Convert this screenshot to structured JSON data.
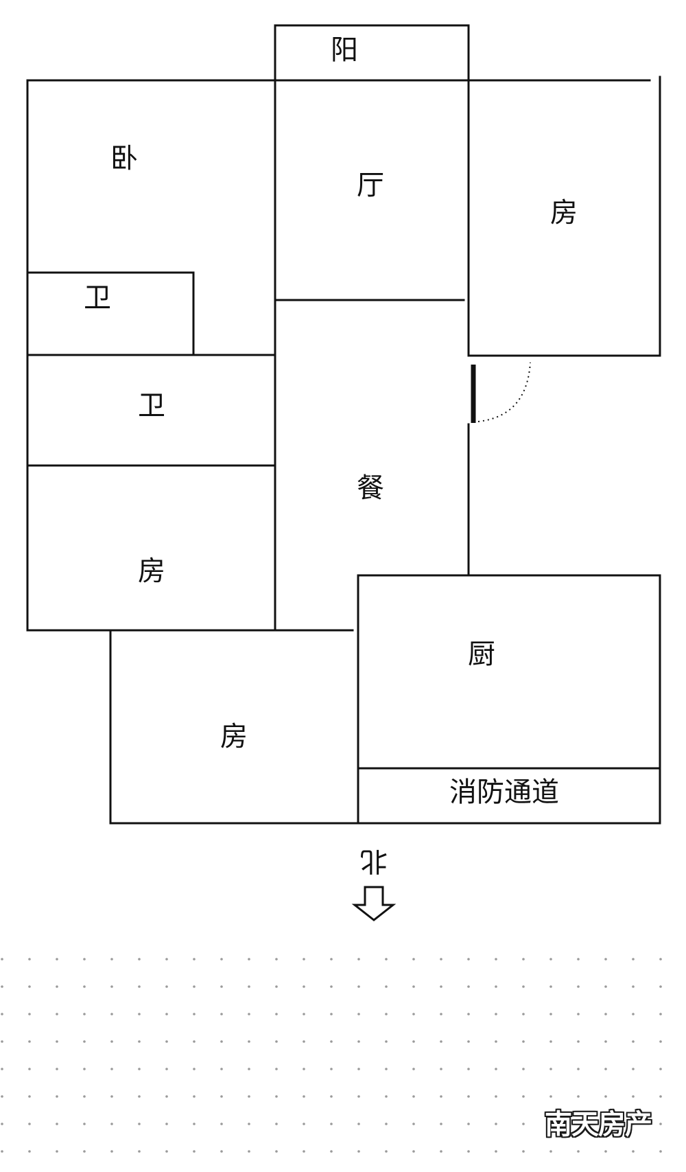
{
  "rooms": {
    "balcony": "阳",
    "master_bedroom": "卧",
    "living_room": "厅",
    "bedroom_east": "房",
    "bathroom_small": "卫",
    "bathroom": "卫",
    "dining_room": "餐",
    "bedroom_west": "房",
    "bedroom_south": "房",
    "kitchen": "厨",
    "fire_passage": "消防通道"
  },
  "compass": {
    "north_label": "北"
  },
  "watermark": "南天房产",
  "colors": {
    "lines": "#111111",
    "background": "#ffffff",
    "grid_dots": "#9a9a9a"
  }
}
